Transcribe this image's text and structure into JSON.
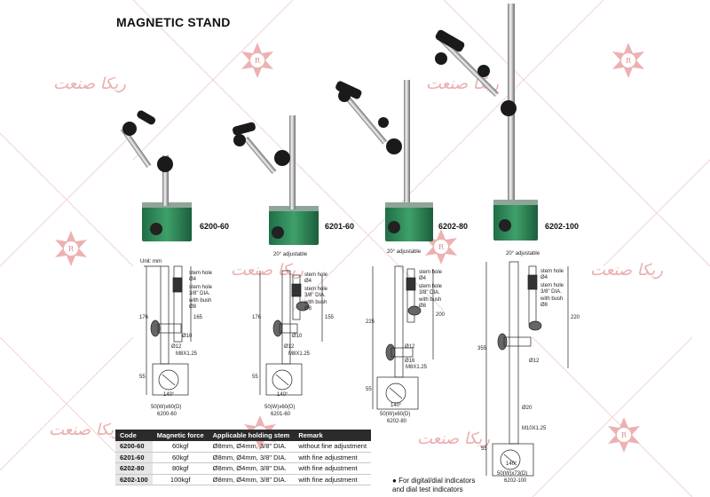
{
  "title": "MAGNETIC STAND",
  "models": [
    "6200-60",
    "6201-60",
    "6202-80",
    "6202-100"
  ],
  "unit": "Unit: mm",
  "drawings": {
    "d1": {
      "stem_hole_a": "stem hole",
      "stem_hole_a_val": "Ø4",
      "stem_hole_b": "stem hole",
      "stem_hole_b_val": "3/8\" DIA.",
      "bush": "with bush",
      "bush_val": "Ø8",
      "height": "176",
      "height2": "165",
      "dia10": "Ø10",
      "dia12": "Ø12",
      "thread": "M8X1.25",
      "base_h": "55",
      "angle": "140°",
      "base_size": "50(W)x60(D)",
      "code": "6200-60"
    },
    "d2": {
      "adjustable": "20° adjustable",
      "stem_hole_a": "stem hole",
      "stem_hole_a_val": "Ø4",
      "stem_hole_b": "stem hole",
      "stem_hole_b_val": "3/8\" DIA.",
      "bush": "with bush",
      "bush_val": "Ø8",
      "height": "176",
      "height2": "155",
      "dia10": "Ø10",
      "dia12": "Ø12",
      "thread": "M8X1.25",
      "base_h": "55",
      "angle": "140°",
      "base_size": "50(W)x60(D)",
      "code": "6201-60"
    },
    "d3": {
      "adjustable": "20° adjustable",
      "stem_hole_a": "stem hole",
      "stem_hole_a_val": "Ø4",
      "stem_hole_b": "stem hole",
      "stem_hole_b_val": "3/8\" DIA.",
      "bush": "with bush",
      "bush_val": "Ø8",
      "height": "225",
      "height2": "200",
      "dia12": "Ø12",
      "dia16": "Ø16",
      "thread": "M8X1.25",
      "base_h": "55",
      "angle": "140°",
      "base_size": "50(W)x60(D)",
      "code": "6202-80"
    },
    "d4": {
      "adjustable": "20° adjustable",
      "stem_hole_a": "stem hole",
      "stem_hole_a_val": "Ø4",
      "stem_hole_b": "stem hole",
      "stem_hole_b_val": "3/8\" DIA.",
      "bush": "with bush",
      "bush_val": "Ø8",
      "height": "355",
      "height2": "220",
      "dia12": "Ø12",
      "dia20": "Ø20",
      "thread": "M10X1.25",
      "base_h": "55",
      "angle": "140°",
      "base_size": "50(W)x73(D)",
      "code": "6202-100"
    }
  },
  "table": {
    "headers": [
      "Code",
      "Magnetic force",
      "Applicable holding stem",
      "Remark"
    ],
    "rows": [
      [
        "6200-60",
        "60kgf",
        "Ø8mm, Ø4mm, 3/8\" DIA.",
        "without fine adjustment"
      ],
      [
        "6201-60",
        "60kgf",
        "Ø8mm, Ø4mm, 3/8\" DIA.",
        "with fine adjustment"
      ],
      [
        "6202-80",
        "80kgf",
        "Ø8mm, Ø4mm, 3/8\" DIA.",
        "with fine adjustment"
      ],
      [
        "6202-100",
        "100kgf",
        "Ø8mm, Ø4mm, 3/8\" DIA.",
        "with fine adjustment"
      ]
    ]
  },
  "note": {
    "line1": "For digital/dial indicators",
    "line2": "and dial test indicators"
  },
  "colors": {
    "base_green": "#2e8b57",
    "watermark": "#e8a3a3",
    "header_bg": "#2b2b2b"
  },
  "watermark_text": "ریکا صنعت"
}
